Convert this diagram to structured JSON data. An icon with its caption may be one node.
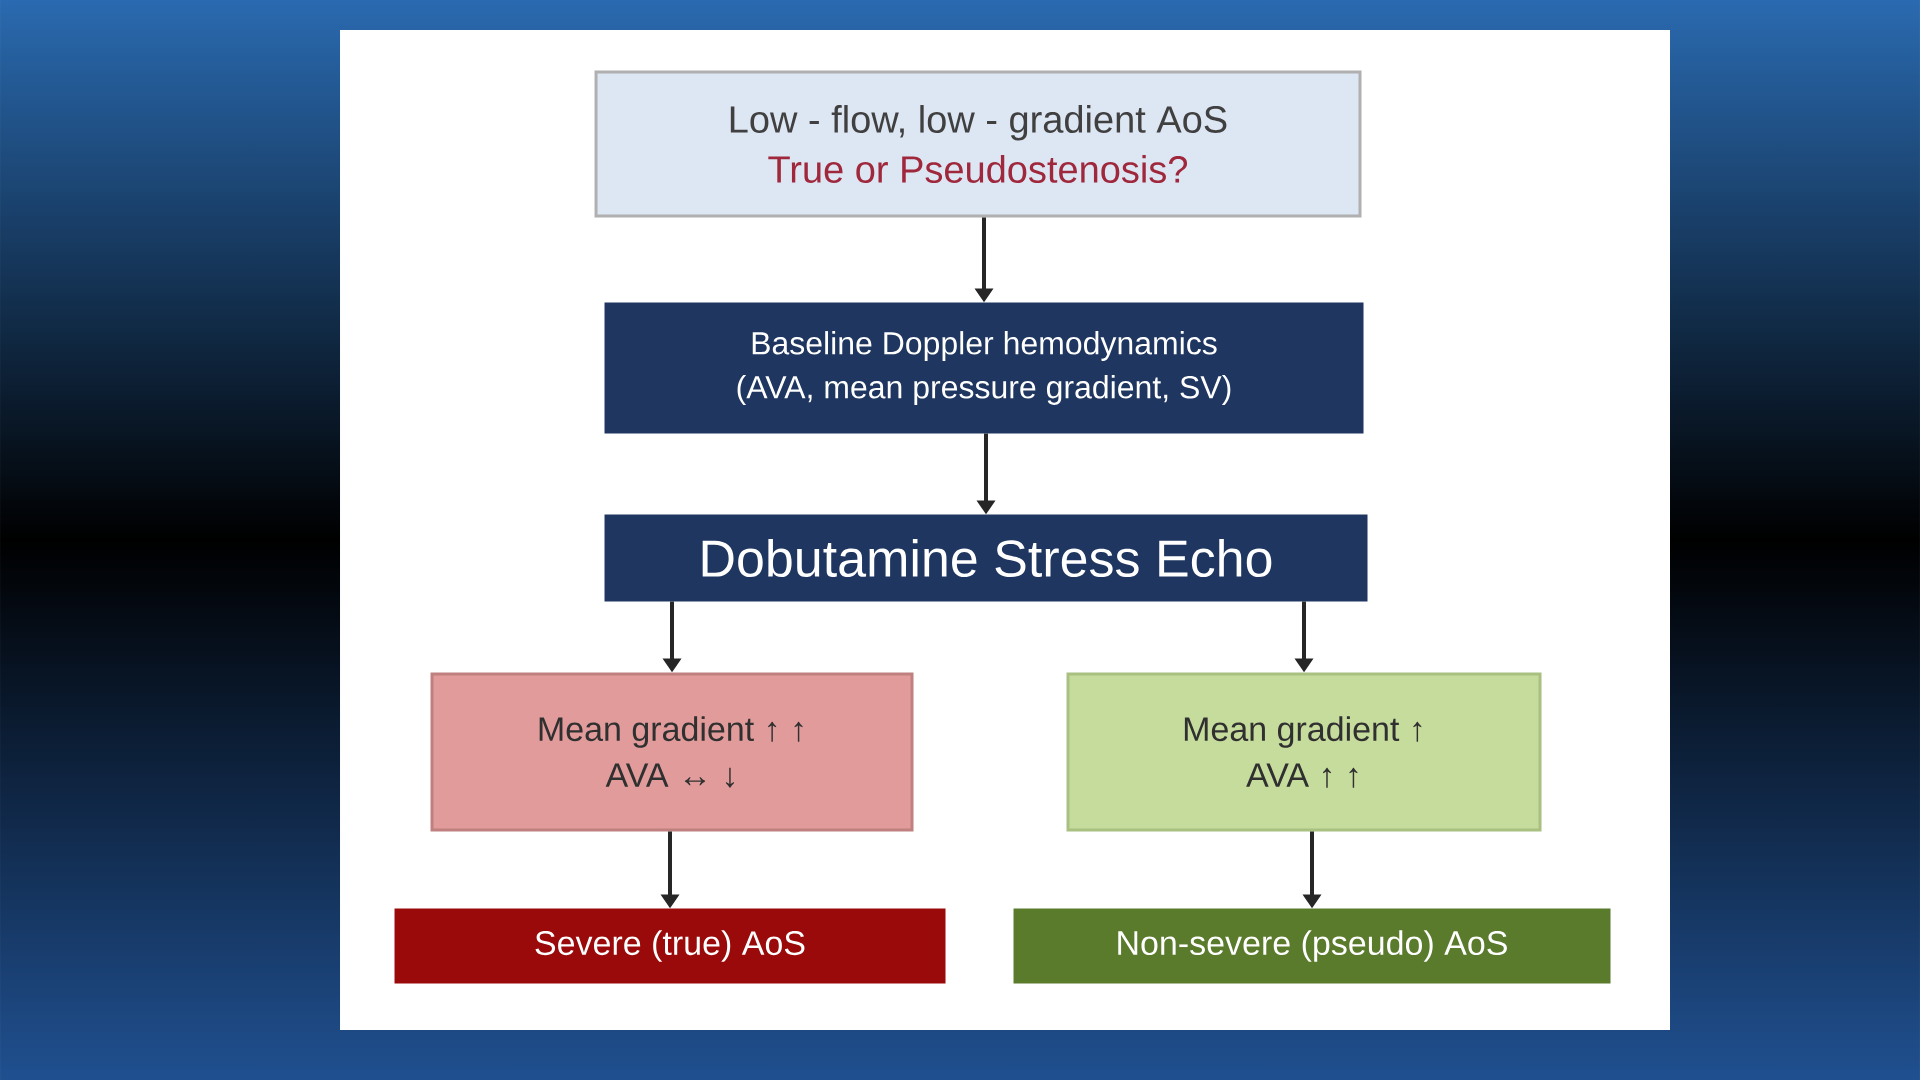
{
  "diagram": {
    "nodes": [
      {
        "text": [
          "Low - flow, low - gradient AoS",
          "True or Pseudostenosis?"
        ]
      },
      {
        "text": [
          "Baseline Doppler hemodynamics",
          "(AVA, mean pressure gradient, SV)"
        ]
      },
      {
        "text": [
          "Dobutamine Stress Echo"
        ]
      },
      {
        "text": [
          "Mean gradient ↑ ↑",
          "AVA ↔ ↓"
        ]
      },
      {
        "text": [
          "Mean gradient ↑",
          "AVA ↑ ↑"
        ]
      },
      {
        "text": [
          "Severe (true) AoS"
        ]
      },
      {
        "text": [
          "Non-severe (pseudo) AoS"
        ]
      }
    ],
    "edges": [
      {
        "from": 0,
        "to": 1,
        "arrow": "to"
      },
      {
        "from": 1,
        "to": 2,
        "arrow": "to"
      },
      {
        "from": 2,
        "to": 3,
        "arrow": "to"
      },
      {
        "from": 2,
        "to": 4,
        "arrow": "to"
      },
      {
        "from": 3,
        "to": 5,
        "arrow": "to"
      },
      {
        "from": 4,
        "to": 6,
        "arrow": "to"
      }
    ]
  }
}
